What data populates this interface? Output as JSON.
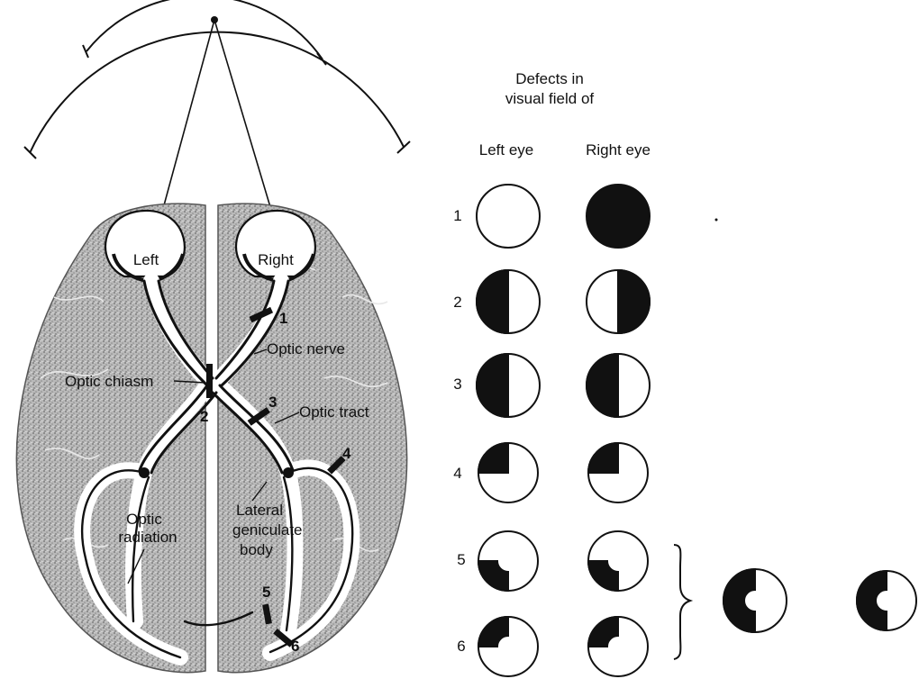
{
  "brain_labels": {
    "left_eye": "Left",
    "right_eye": "Right",
    "optic_nerve": "Optic nerve",
    "optic_chiasm": "Optic chiasm",
    "optic_tract": "Optic tract",
    "optic_radiation_1": "Optic",
    "optic_radiation_2": "radiation",
    "lgb_1": "Lateral",
    "lgb_2": "geniculate",
    "lgb_3": "body"
  },
  "lesion_numbers": [
    "1",
    "2",
    "3",
    "4",
    "5",
    "6"
  ],
  "defects": {
    "heading_line1": "Defects in",
    "heading_line2": "visual field of",
    "col_left": "Left eye",
    "col_right": "Right eye",
    "rows": [
      {
        "num": "1",
        "left": "none",
        "right": "full"
      },
      {
        "num": "2",
        "left": "left-half",
        "right": "right-half"
      },
      {
        "num": "3",
        "left": "left-half",
        "right": "left-half"
      },
      {
        "num": "4",
        "left": "upper-left-quadrant",
        "right": "upper-left-quadrant"
      },
      {
        "num": "5",
        "left": "lower-left-quadrant-sparing",
        "right": "lower-left-quadrant-sparing"
      },
      {
        "num": "6",
        "left": "upper-left-quadrant-sparing",
        "right": "upper-left-quadrant-sparing"
      }
    ],
    "combined": [
      "left-half-macular-sparing",
      "left-half-macular-sparing"
    ]
  },
  "colors": {
    "ink": "#111111",
    "brain_texture": "#8a8a8a",
    "brain_light": "#c8c8c8",
    "background": "#ffffff"
  }
}
